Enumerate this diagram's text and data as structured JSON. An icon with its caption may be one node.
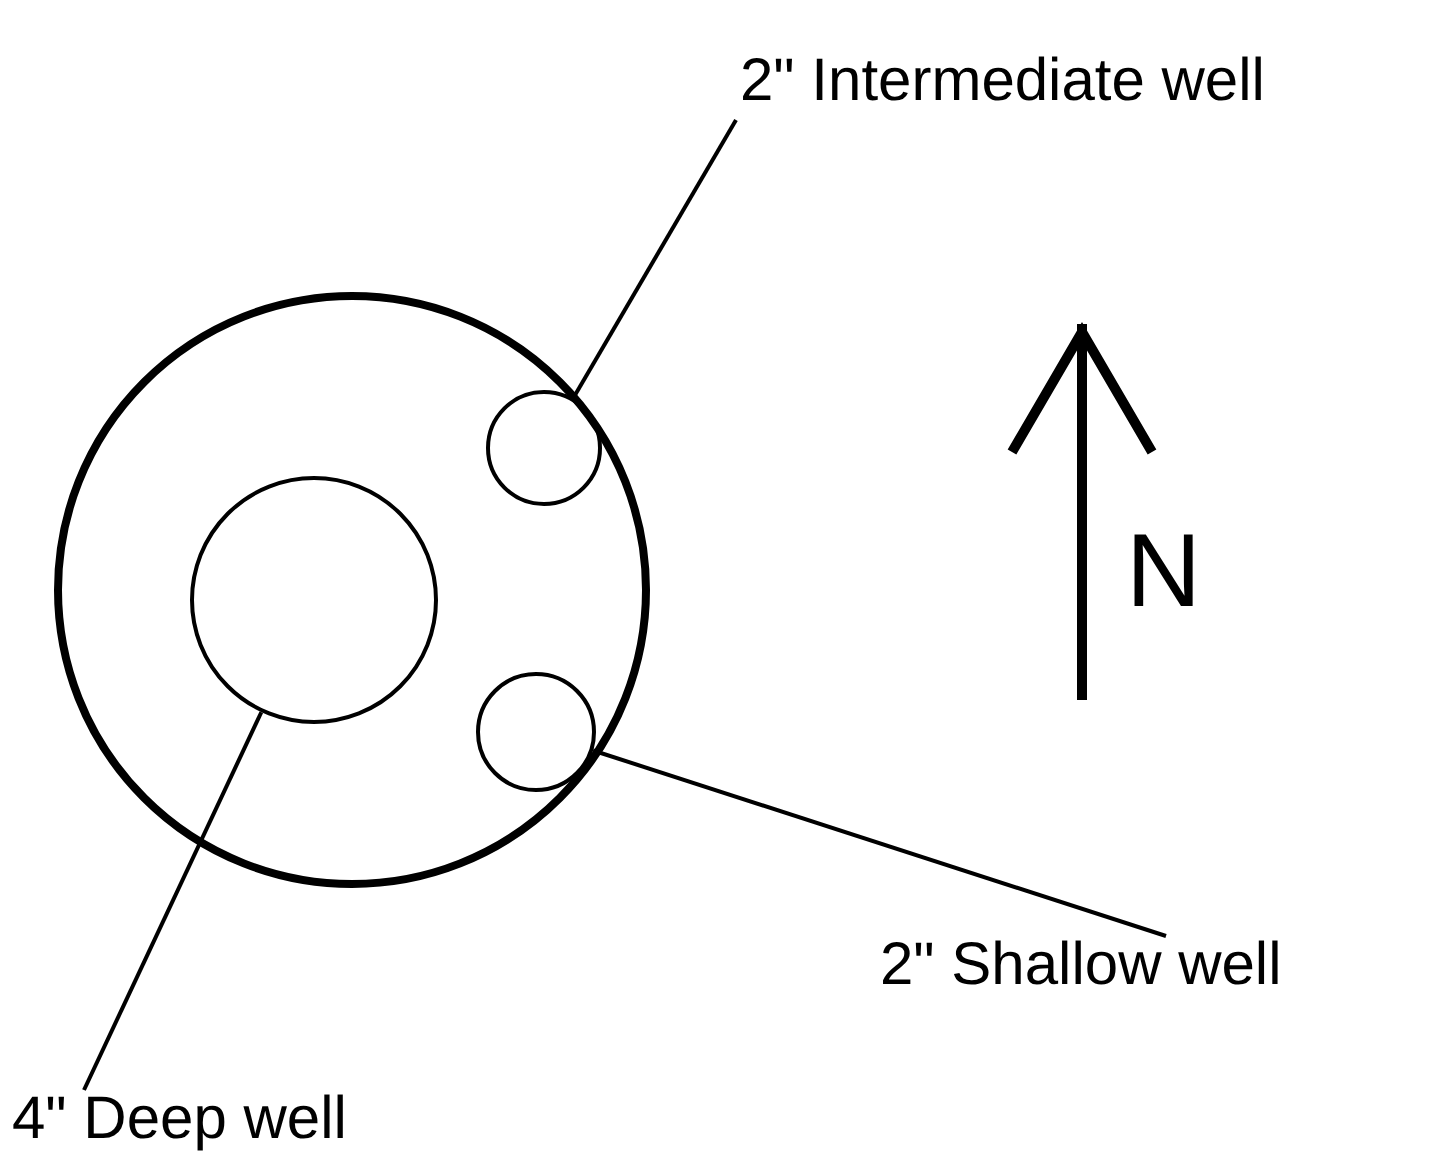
{
  "diagram": {
    "nodes": [
      {
        "text": [
          "2\" Intermediate well"
        ]
      },
      {
        "text": [],
        "shape": "circle"
      },
      {
        "text": [],
        "shape": "circle",
        "in": 1
      },
      {
        "text": [],
        "shape": "circle",
        "in": 1
      },
      {
        "text": [],
        "shape": "circle",
        "in": 1
      },
      {
        "text": [
          "2\" Shallow well"
        ]
      },
      {
        "text": [
          "4\" Deep well"
        ]
      }
    ],
    "edges": [
      {
        "from": 0,
        "to": 2,
        "arrow": "none"
      },
      {
        "from": 5,
        "to": 4,
        "arrow": "none"
      },
      {
        "from": 6,
        "to": 3,
        "arrow": "none"
      }
    ],
    "labels": [
      "N"
    ]
  }
}
